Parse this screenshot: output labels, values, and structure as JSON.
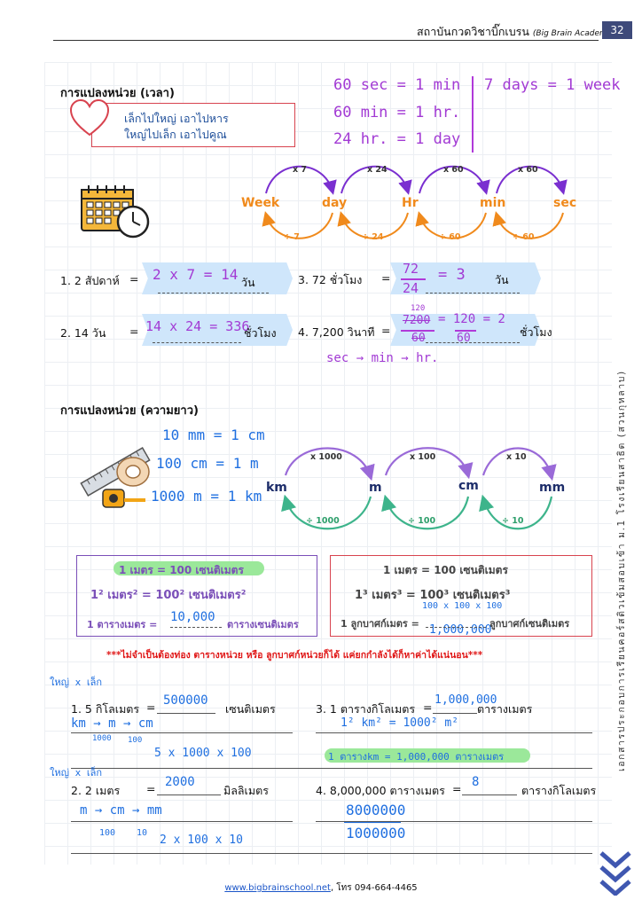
{
  "header": {
    "institute": "สถาบันกวดวิชาบิ๊กเบรน",
    "academy": "(Big Brain Academy)",
    "page_number": "32"
  },
  "side_text": "เอกสารประกอบการเรียนคอร์สติวเข้มสอบเข้า ม.1 โรงเรียนสาธิต (สวนกุหลาบ)",
  "time_section": {
    "title": "การแปลงหน่วย (เวลา)",
    "tip_line1": "เล็กไปใหญ่ เอาไปหาร",
    "tip_line2": "ใหญ่ไปเล็ก เอาไปคูณ",
    "notes_left": [
      "60 sec = 1 min",
      "60 min = 1 hr.",
      "24 hr. = 1 day"
    ],
    "notes_right": "7 days = 1 week",
    "units": [
      "Week",
      "day",
      "Hr",
      "min",
      "sec"
    ],
    "multipliers": [
      "x 7",
      "x 24",
      "x 60",
      "x 60"
    ],
    "divisors": [
      "÷ 7",
      "÷ 24",
      "÷ 60",
      "÷ 60"
    ],
    "q1": {
      "num": "1.",
      "text": "2 สัปดาห์",
      "eq": "=",
      "work": "2 x 7 = 14",
      "unit": "วัน"
    },
    "q2": {
      "num": "2.",
      "text": "14 วัน",
      "eq": "=",
      "work": "14 x 24 = 336",
      "unit": "ชั่วโมง"
    },
    "q3": {
      "num": "3.",
      "text": "72 ชั่วโมง",
      "eq": "=",
      "work_top": "72",
      "work_bottom": "24",
      "work_result": "= 3",
      "unit": "วัน"
    },
    "q4": {
      "num": "4.",
      "text": "7,200 วินาที",
      "eq": "=",
      "work_top": "120",
      "work_mid": "7200",
      "work_bottom": "60",
      "work_result": "= 120 = 2",
      "work_result_den": "60",
      "unit": "ชั่วโมง"
    },
    "chain_note": "sec → min → hr."
  },
  "length_section": {
    "title": "การแปลงหน่วย (ความยาว)",
    "notes": [
      "10 mm = 1 cm",
      "100 cm = 1 m",
      "1000 m = 1 km"
    ],
    "units": [
      "km",
      "m",
      "cm",
      "mm"
    ],
    "multipliers": [
      "x 1000",
      "x 100",
      "x 10"
    ],
    "divisors": [
      "÷ 1000",
      "÷ 100",
      "÷ 10"
    ],
    "box_left": {
      "line1": "1 เมตร = 100 เซนติเมตร",
      "line2": "1² เมตร² = 100² เซนติเมตร²",
      "line3_pre": "1 ตารางเมตร =",
      "line3_val": "10,000",
      "line3_post": "ตารางเซนติเมตร"
    },
    "box_right": {
      "line1": "1 เมตร = 100 เซนติเมตร",
      "line2": "1³ เมตร³ = 100³ เซนติเมตร³",
      "line2_note": "100 x 100 x 100",
      "line3_pre": "1 ลูกบาศก์เมตร =",
      "line3_val": "1,000,000",
      "line3_post": "ลูกบาศก์เซนติเมตร"
    },
    "warning": "***ไม่จำเป็นต้องท่อง ตารางหน่วย หรือ ลูกบาศก์หน่วยก็ได้ แค่ยกกำลังได้ก็หาค่าได้แน่นอน***",
    "big_small_note": "ใหญ่ x เล็ก",
    "q1": {
      "num": "1.",
      "text": "5 กิโลเมตร",
      "eq": "=",
      "answer": "500000",
      "unit": "เซนติเมตร",
      "chain": "km → m → cm",
      "chain_mult": [
        "1000",
        "100"
      ],
      "work": "5 x 1000 x 100"
    },
    "q2": {
      "num": "2.",
      "text": "2 เมตร",
      "eq": "=",
      "answer": "2000",
      "unit": "มิลลิเมตร",
      "chain": "m → cm → mm",
      "chain_mult": [
        "100",
        "10"
      ],
      "work": "2 x 100 x 10"
    },
    "q3": {
      "num": "3.",
      "text": "1 ตารางกิโลเมตร",
      "eq": "=",
      "answer": "1,000,000",
      "unit": "ตารางเมตร",
      "work1": "1² km² = 1000² m²",
      "work2": "1 ตารางkm = 1,000,000 ตารางเมตร"
    },
    "q4": {
      "num": "4.",
      "text": "8,000,000 ตารางเมตร",
      "eq": "=",
      "answer": "8",
      "unit": "ตารางกิโลเมตร",
      "work1": "8000000",
      "work2": "1000000"
    }
  },
  "footer": {
    "website": "www.bigbrainschool.net",
    "phone": ", โทร 094-664-4465"
  },
  "colors": {
    "page_badge": "#3e4a7a",
    "banner": "#cfe6fb",
    "purple_arrow": "#7a2fd0",
    "orange_arrow": "#f08a1c",
    "violet_arrow": "#9a6ad8",
    "green_arrow": "#3db48b",
    "handwriting_purple": "#b03ad9",
    "handwriting_blue": "#1f6fe0",
    "highlight_green": "#7fe07a",
    "red_text": "#e01818"
  }
}
